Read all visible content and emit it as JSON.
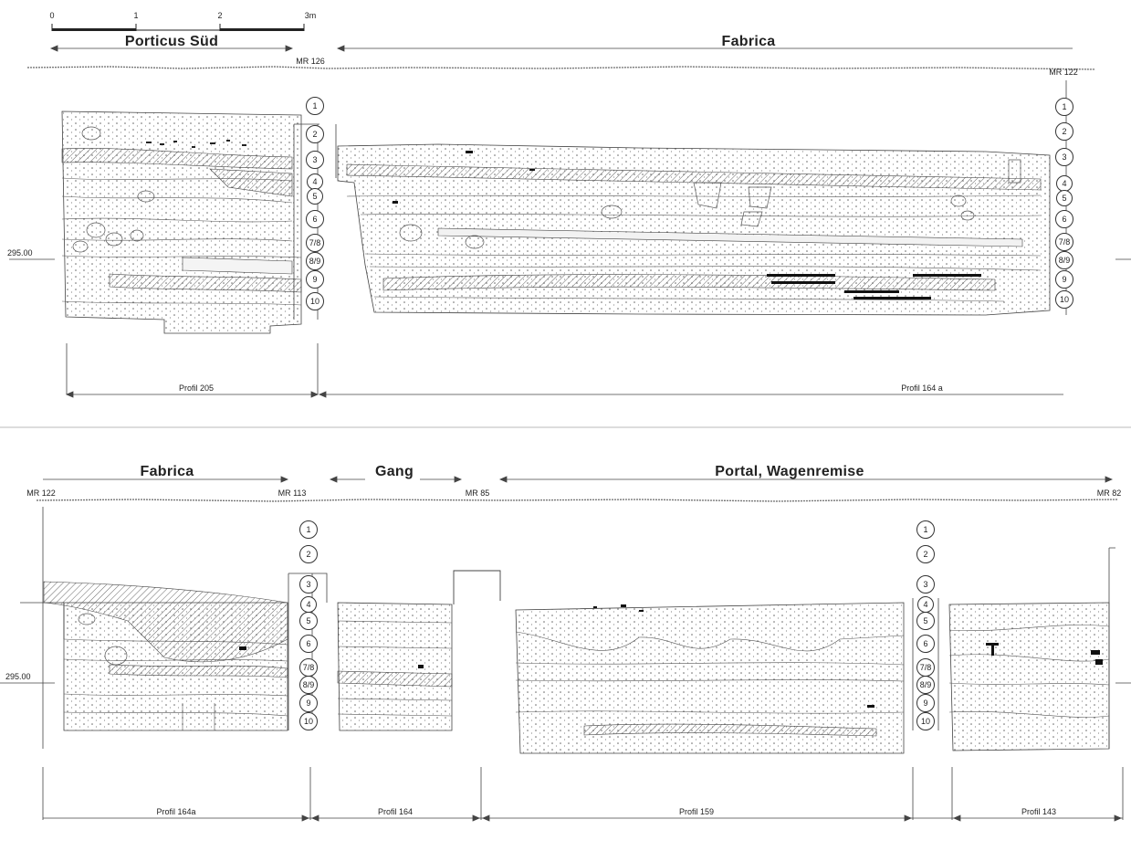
{
  "scale": {
    "ticks": [
      "0",
      "1",
      "2",
      "3m"
    ]
  },
  "top": {
    "titles": [
      "Porticus Süd",
      "Fabrica"
    ],
    "walls": [
      "MR 126",
      "MR 122"
    ],
    "elevation": "295.00",
    "layers_a": [
      "1",
      "2",
      "3",
      "4",
      "5",
      "6",
      "7/8",
      "8/9",
      "9",
      "10"
    ],
    "layers_b": [
      "1",
      "2",
      "3",
      "4",
      "5",
      "6",
      "7/8",
      "8/9",
      "9",
      "10"
    ],
    "profiles": [
      "Profil 205",
      "Profil 164 a"
    ]
  },
  "bottom": {
    "titles": [
      "Fabrica",
      "Gang",
      "Portal, Wagenremise"
    ],
    "walls": [
      "MR 122",
      "MR 113",
      "MR 85",
      "MR 82"
    ],
    "elevation": "295.00",
    "layers_a": [
      "1",
      "2",
      "3",
      "4",
      "5",
      "6",
      "7/8",
      "8/9",
      "9",
      "10"
    ],
    "layers_b": [
      "1",
      "2",
      "3",
      "4",
      "5",
      "6",
      "7/8",
      "8/9",
      "9",
      "10"
    ],
    "profiles": [
      "Profil 164a",
      "Profil 164",
      "Profil 159",
      "Profil 143"
    ]
  }
}
